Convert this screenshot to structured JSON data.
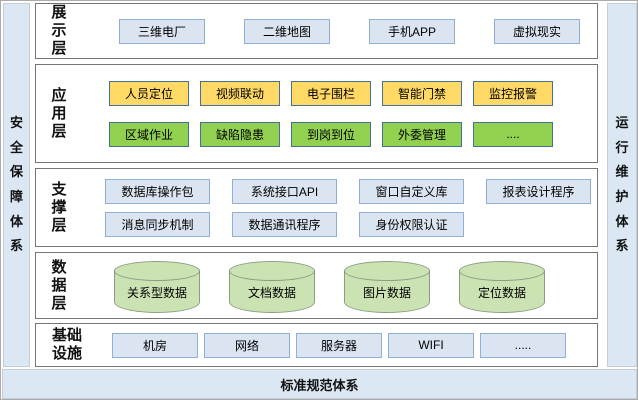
{
  "frame": {
    "left_bar": "安全保障体系",
    "right_bar": "运行维护体系",
    "bottom_bar": "标准规范体系"
  },
  "layers": [
    {
      "label": "展示层",
      "rows": [
        {
          "style": "blue",
          "items": [
            "三维电厂",
            "二维地图",
            "手机APP",
            "虚拟现实"
          ]
        }
      ]
    },
    {
      "label": "应用层",
      "rows": [
        {
          "style": "yellow",
          "items": [
            "人员定位",
            "视频联动",
            "电子围栏",
            "智能门禁",
            "监控报警"
          ]
        },
        {
          "style": "green",
          "items": [
            "区域作业",
            "缺陷隐患",
            "到岗到位",
            "外委管理",
            "...."
          ]
        }
      ]
    },
    {
      "label": "支撑层",
      "rows": [
        {
          "style": "blue",
          "items": [
            "数据库操作包",
            "系统接口API",
            "窗口自定义库",
            "报表设计程序"
          ]
        },
        {
          "style": "blue",
          "items": [
            "消息同步机制",
            "数据通讯程序",
            "身份权限认证"
          ]
        }
      ]
    },
    {
      "label": "数据层",
      "rows": [
        {
          "style": "cylinder",
          "items": [
            "关系型数据",
            "文档数据",
            "图片数据",
            "定位数据"
          ]
        }
      ]
    },
    {
      "label": "基础设施",
      "rows": [
        {
          "style": "blue",
          "items": [
            "机房",
            "网络",
            "服务器",
            "WIFI",
            "....."
          ]
        }
      ]
    }
  ],
  "colors": {
    "panel-border": "#757575",
    "blue-fill": "#dbe5f1",
    "blue-border": "#8fafd4",
    "yellow-fill": "#ffd966",
    "yellow-border": "#41719c",
    "green-fill": "#92d050",
    "green-border": "#41719c",
    "cyl-fill": "#cbe3b3",
    "cyl-border": "#8b9b84",
    "bar-fill": "#dbe7f3",
    "bar-border": "#c3cdd8"
  }
}
